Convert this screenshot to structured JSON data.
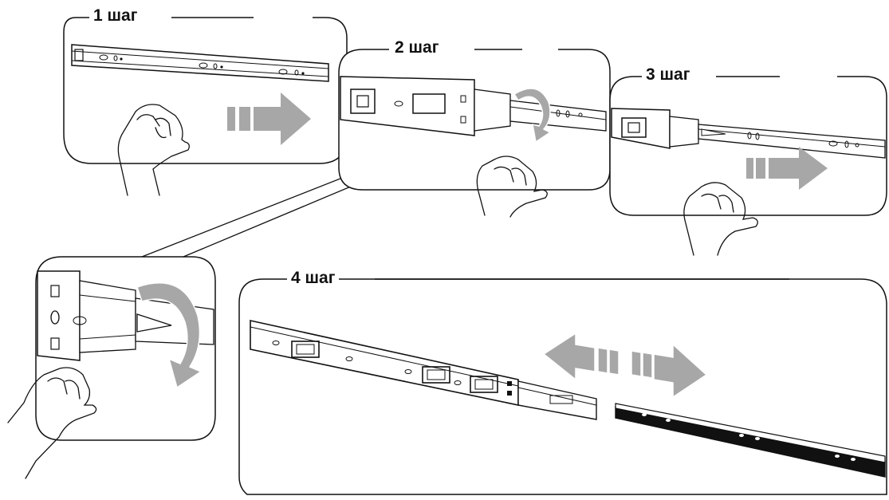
{
  "steps": [
    {
      "label": "1 шаг"
    },
    {
      "label": "2 шаг"
    },
    {
      "label": "3 шаг"
    },
    {
      "label": "4 шаг"
    }
  ],
  "colors": {
    "line": "#111111",
    "rail_fill": "#ffffff",
    "arrow_fill": "#a7a7a7",
    "arrow_stroke": "#ffffff",
    "background": "#ffffff"
  },
  "icons": [
    "hand-icon",
    "push-arrow-icon",
    "rotate-arrow-icon",
    "drawer-slide-rail-icon",
    "detached-rail-icon"
  ]
}
